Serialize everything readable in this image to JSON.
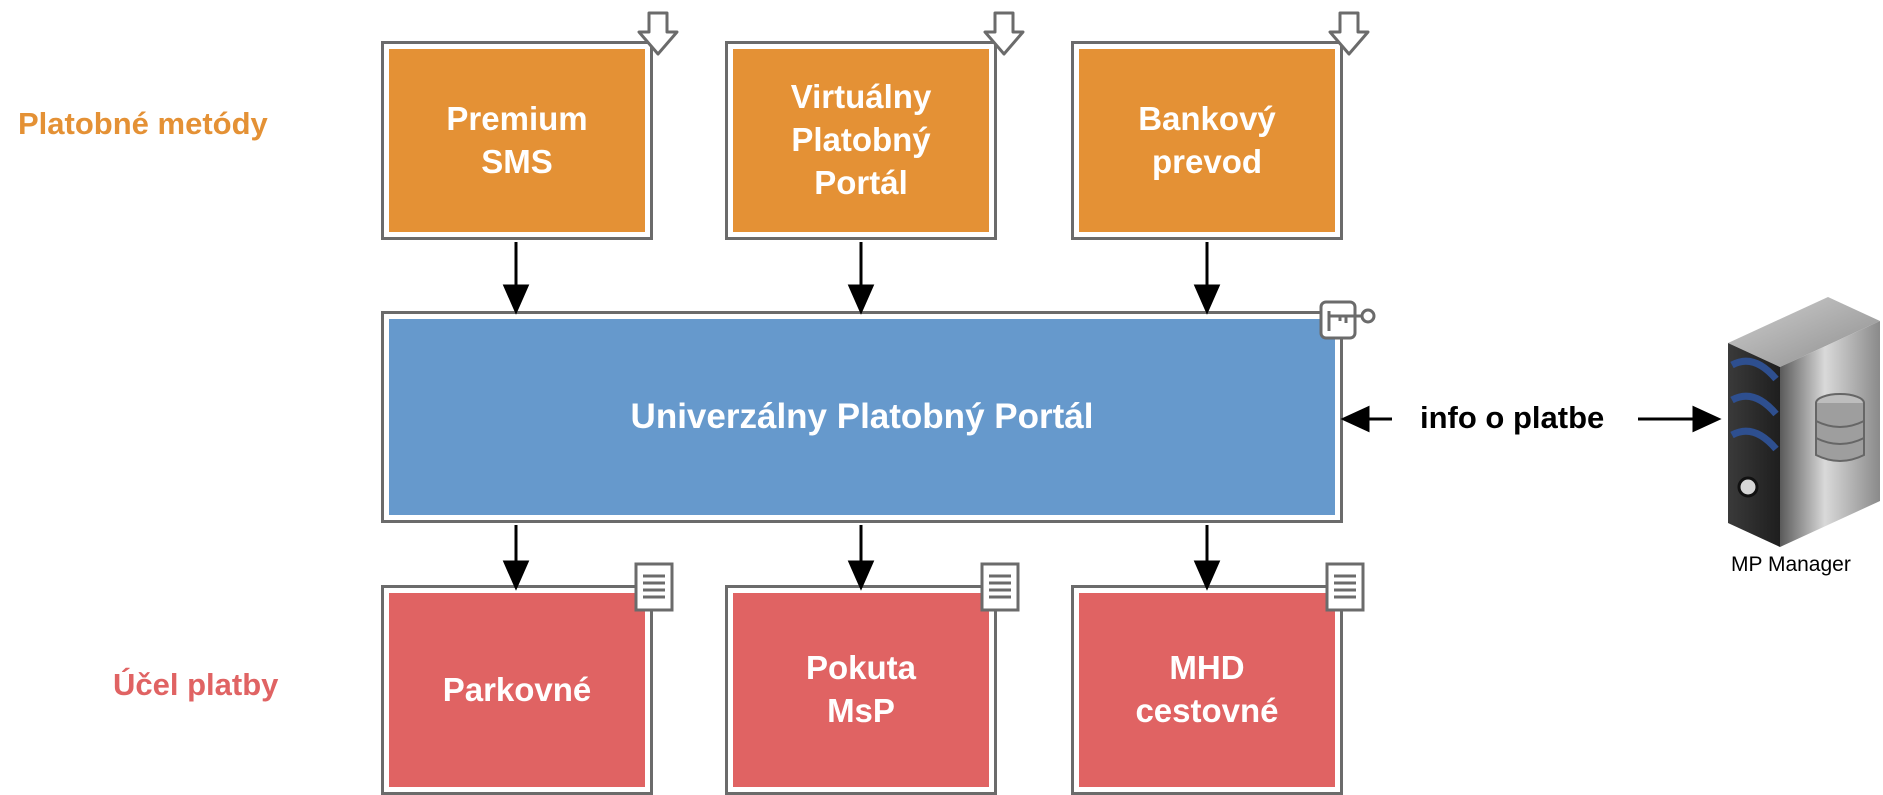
{
  "colors": {
    "method": "#e49135",
    "portal": "#6699cc",
    "purpose": "#e06363",
    "border": "#6b6b6b"
  },
  "lanes": {
    "methods_label": "Platobné metódy",
    "purpose_label": "Účel platby"
  },
  "methods": [
    {
      "label": "Premium\nSMS",
      "icon": "download-arrow-icon"
    },
    {
      "label": "Virtuálny\nPlatobný\nPortál",
      "icon": "download-arrow-icon"
    },
    {
      "label": "Bankový\nprevod",
      "icon": "download-arrow-icon"
    }
  ],
  "portal": {
    "label": "Univerzálny Platobný Portál",
    "icon": "key-icon"
  },
  "purposes": [
    {
      "label": "Parkovné",
      "icon": "document-icon"
    },
    {
      "label": "Pokuta\nMsP",
      "icon": "document-icon"
    },
    {
      "label": "MHD\ncestovné",
      "icon": "document-icon"
    }
  ],
  "connector": {
    "label": "info o platbe"
  },
  "server": {
    "label": "MP Manager",
    "icon": "server-icon"
  }
}
